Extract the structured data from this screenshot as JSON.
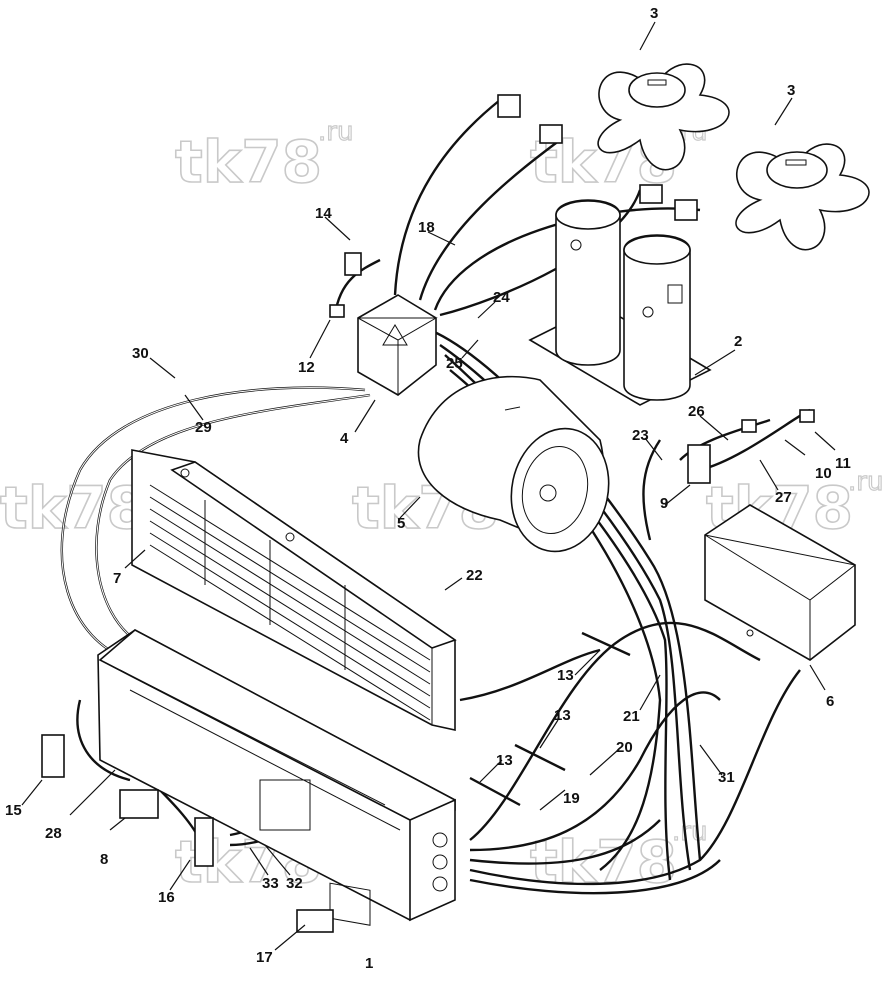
{
  "watermark": {
    "main": "tk78",
    "suffix": ".ru"
  },
  "callouts": [
    {
      "id": "c-1",
      "text": "1"
    },
    {
      "id": "c-2",
      "text": "2"
    },
    {
      "id": "c-3a",
      "text": "3"
    },
    {
      "id": "c-3b",
      "text": "3"
    },
    {
      "id": "c-4",
      "text": "4"
    },
    {
      "id": "c-5",
      "text": "5"
    },
    {
      "id": "c-6",
      "text": "6"
    },
    {
      "id": "c-7",
      "text": "7"
    },
    {
      "id": "c-8",
      "text": "8"
    },
    {
      "id": "c-9",
      "text": "9"
    },
    {
      "id": "c-10",
      "text": "10"
    },
    {
      "id": "c-11",
      "text": "11"
    },
    {
      "id": "c-12",
      "text": "12"
    },
    {
      "id": "c-13a",
      "text": "13"
    },
    {
      "id": "c-13b",
      "text": "13"
    },
    {
      "id": "c-13c",
      "text": "13"
    },
    {
      "id": "c-14",
      "text": "14"
    },
    {
      "id": "c-15",
      "text": "15"
    },
    {
      "id": "c-16",
      "text": "16"
    },
    {
      "id": "c-17",
      "text": "17"
    },
    {
      "id": "c-18",
      "text": "18"
    },
    {
      "id": "c-19",
      "text": "19"
    },
    {
      "id": "c-20",
      "text": "20"
    },
    {
      "id": "c-21",
      "text": "21"
    },
    {
      "id": "c-22",
      "text": "22"
    },
    {
      "id": "c-23",
      "text": "23"
    },
    {
      "id": "c-24",
      "text": "24"
    },
    {
      "id": "c-25",
      "text": "25"
    },
    {
      "id": "c-26",
      "text": "26"
    },
    {
      "id": "c-27",
      "text": "27"
    },
    {
      "id": "c-28",
      "text": "28"
    },
    {
      "id": "c-29",
      "text": "29"
    },
    {
      "id": "c-30",
      "text": "30"
    },
    {
      "id": "c-31",
      "text": "31"
    },
    {
      "id": "c-32",
      "text": "32"
    },
    {
      "id": "c-33",
      "text": "33"
    }
  ]
}
